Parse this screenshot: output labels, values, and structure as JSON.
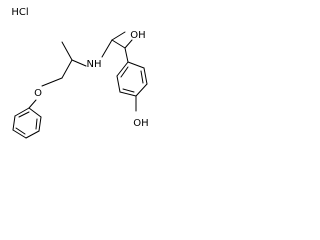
{
  "molecule": {
    "labels": {
      "hydrochloride": "HCl",
      "hydroxyl_side": "OH",
      "amine": "NH",
      "ether_oxygen": "O",
      "phenol": "OH"
    }
  },
  "colors": {
    "bond": "#000000",
    "label": "#000000",
    "background": "#ffffff"
  }
}
